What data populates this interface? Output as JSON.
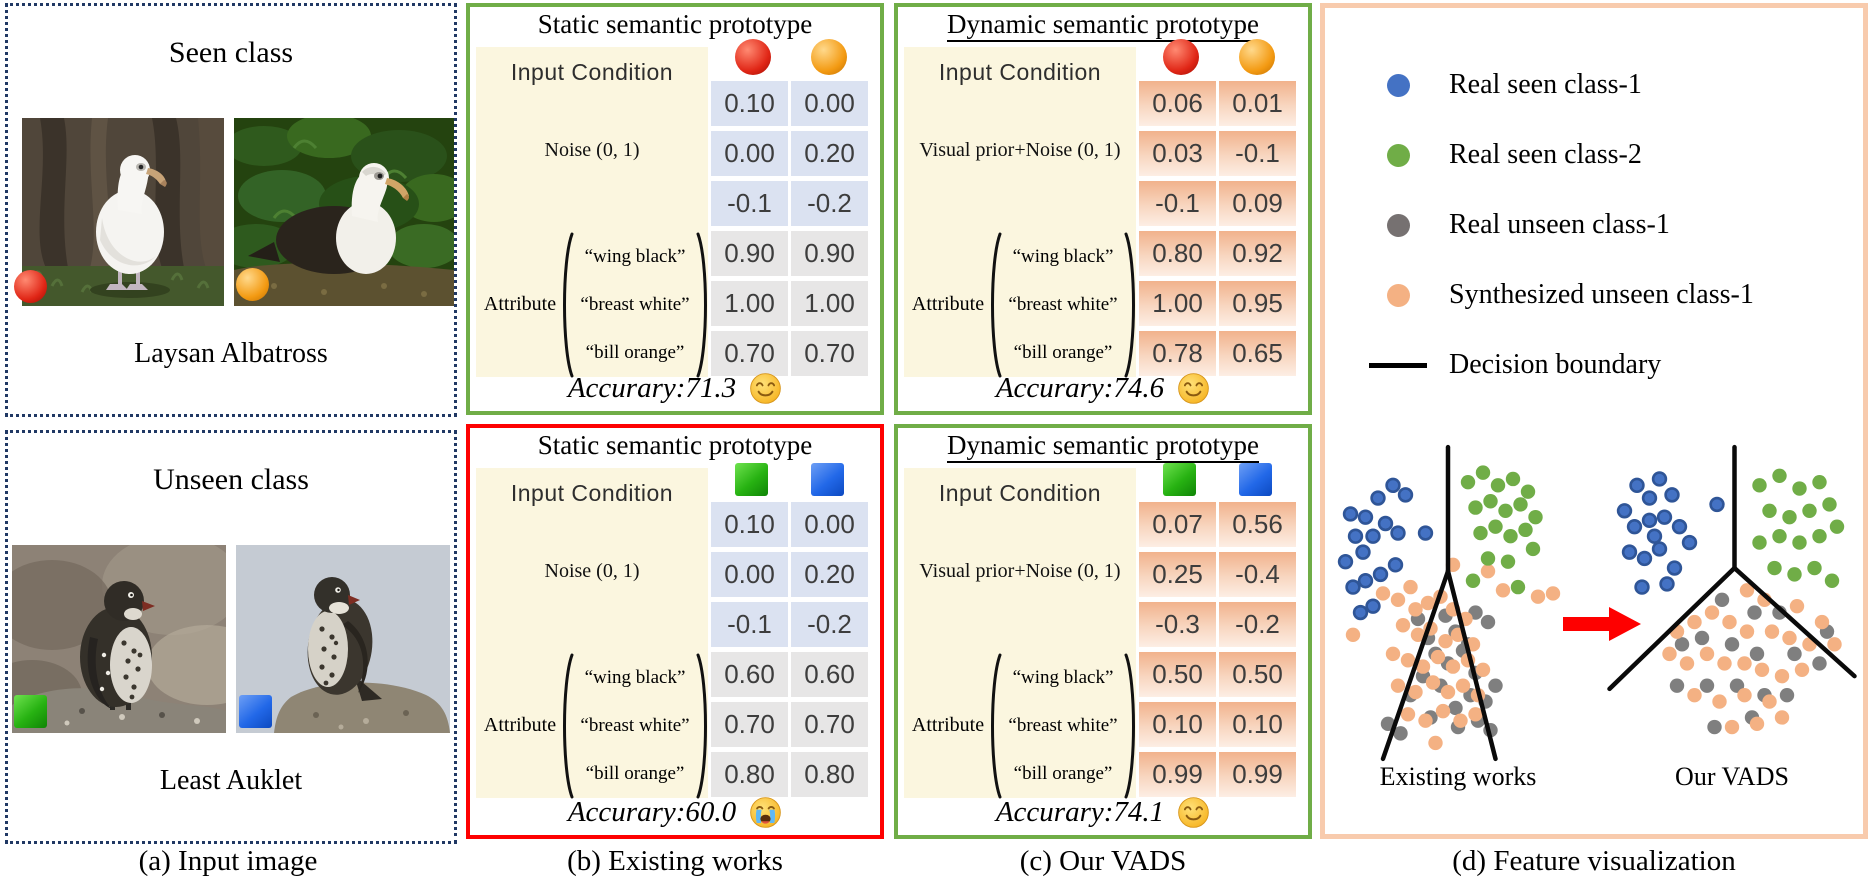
{
  "figure": {
    "captions": [
      "(a) Input image",
      "(b) Existing works",
      "(c) Our VADS",
      "(d) Feature visualization"
    ]
  },
  "panel_a": {
    "border_color": "#203864",
    "seen": {
      "title": "Seen class",
      "label": "Laysan Albatross",
      "marker_left": "red-circle",
      "marker_right": "orange-circle"
    },
    "unseen": {
      "title": "Unseen class",
      "label": "Least Auklet",
      "marker_left": "green-square",
      "marker_right": "blue-square"
    }
  },
  "markers": {
    "red-circle": {
      "shape": "circle",
      "hi": "#ff8a72",
      "color": "#e02616",
      "lo": "#9c0b00"
    },
    "orange-circle": {
      "shape": "circle",
      "hi": "#ffd98c",
      "color": "#f39a12",
      "lo": "#c06e00"
    },
    "green-square": {
      "shape": "square",
      "hi": "#6fe24f",
      "color": "#27b212",
      "lo": "#0f8406"
    },
    "blue-square": {
      "shape": "square",
      "hi": "#6e9ff5",
      "color": "#2268e8",
      "lo": "#0c49c0"
    }
  },
  "tables": [
    {
      "title": "Static semantic prototype",
      "title_underline": false,
      "border_color": "#70ad47",
      "header": "Input Condition",
      "markers": [
        "red-circle",
        "orange-circle"
      ],
      "condition_label": "Noise (0, 1)",
      "attribute_label": "Attribute",
      "attribute_items": [
        "“wing black”",
        "“breast white”",
        "“bill orange”"
      ],
      "rows": [
        [
          "0.10",
          "0.00"
        ],
        [
          "0.00",
          "0.20"
        ],
        [
          "-0.1",
          "-0.2"
        ],
        [
          "0.90",
          "0.90"
        ],
        [
          "1.00",
          "1.00"
        ],
        [
          "0.70",
          "0.70"
        ]
      ],
      "cell_style": "noise-gray",
      "accuracy": "Accurary:71.3",
      "emoji": "smile"
    },
    {
      "title": "Static semantic prototype",
      "title_underline": false,
      "border_color": "#fe0101",
      "header": "Input Condition",
      "markers": [
        "green-square",
        "blue-square"
      ],
      "condition_label": "Noise (0, 1)",
      "attribute_label": "Attribute",
      "attribute_items": [
        "“wing black”",
        "“breast white”",
        "“bill orange”"
      ],
      "rows": [
        [
          "0.10",
          "0.00"
        ],
        [
          "0.00",
          "0.20"
        ],
        [
          "-0.1",
          "-0.2"
        ],
        [
          "0.60",
          "0.60"
        ],
        [
          "0.70",
          "0.70"
        ],
        [
          "0.80",
          "0.80"
        ]
      ],
      "cell_style": "noise-gray",
      "accuracy": "Accurary:60.0",
      "emoji": "cry"
    },
    {
      "title": "Dynamic semantic prototype",
      "title_underline": true,
      "border_color": "#70ad47",
      "header": "Input Condition",
      "markers": [
        "red-circle",
        "orange-circle"
      ],
      "condition_label": "Visual prior+Noise (0, 1)",
      "attribute_label": "Attribute",
      "attribute_items": [
        "“wing black”",
        "“breast white”",
        "“bill orange”"
      ],
      "rows": [
        [
          "0.06",
          "0.01"
        ],
        [
          "0.03",
          "-0.1"
        ],
        [
          "-0.1",
          "0.09"
        ],
        [
          "0.80",
          "0.92"
        ],
        [
          "1.00",
          "0.95"
        ],
        [
          "0.78",
          "0.65"
        ]
      ],
      "cell_style": "peach",
      "accuracy": "Accurary:74.6",
      "emoji": "smile"
    },
    {
      "title": "Dynamic semantic prototype",
      "title_underline": true,
      "border_color": "#70ad47",
      "header": "Input Condition",
      "markers": [
        "green-square",
        "blue-square"
      ],
      "condition_label": "Visual prior+Noise (0, 1)",
      "attribute_label": "Attribute",
      "attribute_items": [
        "“wing black”",
        "“breast white”",
        "“bill orange”"
      ],
      "rows": [
        [
          "0.07",
          "0.56"
        ],
        [
          "0.25",
          "-0.4"
        ],
        [
          "-0.3",
          "-0.2"
        ],
        [
          "0.50",
          "0.50"
        ],
        [
          "0.10",
          "0.10"
        ],
        [
          "0.99",
          "0.99"
        ]
      ],
      "cell_style": "peach",
      "accuracy": "Accurary:74.1",
      "emoji": "smile"
    }
  ],
  "panel_d": {
    "border_color": "#f8cbad",
    "arrow_color": "#fe0000",
    "legend": [
      {
        "label": "Real seen class-1",
        "color": "#4472c4",
        "type": "dot"
      },
      {
        "label": "Real seen class-2",
        "color": "#70ad47",
        "type": "dot"
      },
      {
        "label": "Real unseen class-1",
        "color": "#767171",
        "type": "dot"
      },
      {
        "label": "Synthesized unseen class-1",
        "color": "#f4b183",
        "type": "dot"
      },
      {
        "label": "Decision boundary",
        "color": "#000000",
        "type": "line"
      }
    ],
    "point_colors": {
      "blue": "#4472c4",
      "blue_stroke": "#2f5597",
      "green": "#70ad47",
      "gray": "#7f7f7f",
      "peach": "#f4b183"
    },
    "plots": [
      {
        "label": "Existing works",
        "boundaries": [
          [
            46,
            1,
            46,
            40
          ],
          [
            46,
            40,
            20,
            99
          ],
          [
            46,
            40,
            65,
            99
          ]
        ],
        "points": {
          "blue": [
            [
              5,
              37
            ],
            [
              9,
              29
            ],
            [
              13,
              23
            ],
            [
              18,
              17
            ],
            [
              24,
              13
            ],
            [
              29,
              16
            ],
            [
              12,
              34
            ],
            [
              16,
              29
            ],
            [
              21,
              25
            ],
            [
              26,
              28
            ],
            [
              8,
              45
            ],
            [
              13,
              43
            ],
            [
              19,
              41
            ],
            [
              25,
              38
            ],
            [
              11,
              53
            ],
            [
              16,
              51
            ],
            [
              37,
              28
            ],
            [
              7,
              22
            ]
          ],
          "green": [
            [
              54,
              12
            ],
            [
              60,
              9
            ],
            [
              66,
              13
            ],
            [
              72,
              11
            ],
            [
              78,
              15
            ],
            [
              57,
              20
            ],
            [
              63,
              18
            ],
            [
              69,
              21
            ],
            [
              75,
              19
            ],
            [
              81,
              23
            ],
            [
              59,
              28
            ],
            [
              65,
              26
            ],
            [
              71,
              29
            ],
            [
              77,
              27
            ],
            [
              62,
              36
            ],
            [
              70,
              37
            ],
            [
              80,
              33
            ],
            [
              56,
              43
            ],
            [
              74,
              45
            ]
          ],
          "peach": [
            [
              20,
              47
            ],
            [
              26,
              49
            ],
            [
              31,
              45
            ],
            [
              48,
              38
            ],
            [
              62,
              40
            ],
            [
              68,
              46
            ],
            [
              82,
              48
            ],
            [
              88,
              47
            ],
            [
              33,
              52
            ],
            [
              38,
              50
            ],
            [
              43,
              48
            ],
            [
              48,
              52
            ],
            [
              53,
              55
            ],
            [
              28,
              57
            ],
            [
              34,
              60
            ],
            [
              39,
              58
            ],
            [
              45,
              62
            ],
            [
              50,
              60
            ],
            [
              56,
              63
            ],
            [
              24,
              66
            ],
            [
              30,
              68
            ],
            [
              36,
              70
            ],
            [
              42,
              67
            ],
            [
              48,
              70
            ],
            [
              54,
              68
            ],
            [
              60,
              71
            ],
            [
              26,
              76
            ],
            [
              33,
              78
            ],
            [
              40,
              75
            ],
            [
              46,
              78
            ],
            [
              52,
              76
            ],
            [
              58,
              79
            ],
            [
              30,
              85
            ],
            [
              37,
              87
            ],
            [
              44,
              84
            ],
            [
              51,
              87
            ],
            [
              57,
              85
            ],
            [
              8,
              60
            ],
            [
              41,
              94
            ]
          ],
          "gray": [
            [
              34,
              55
            ],
            [
              45,
              54
            ],
            [
              57,
              53
            ],
            [
              62,
              56
            ],
            [
              38,
              61
            ],
            [
              49,
              59
            ],
            [
              54,
              63
            ],
            [
              41,
              66
            ],
            [
              46,
              69
            ],
            [
              52,
              65
            ],
            [
              57,
              72
            ],
            [
              36,
              73
            ],
            [
              31,
              79
            ],
            [
              43,
              76
            ],
            [
              49,
              83
            ],
            [
              55,
              79
            ],
            [
              61,
              81
            ],
            [
              65,
              76
            ],
            [
              39,
              86
            ],
            [
              50,
              89
            ],
            [
              58,
              87
            ],
            [
              63,
              90
            ],
            [
              22,
              88
            ],
            [
              27,
              91
            ]
          ]
        }
      },
      {
        "label": "Our VADS",
        "boundaries": [
          [
            51,
            1,
            51,
            39
          ],
          [
            51,
            39,
            1,
            77
          ],
          [
            51,
            39,
            99,
            73
          ]
        ],
        "points": {
          "blue": [
            [
              7,
              21
            ],
            [
              12,
              13
            ],
            [
              17,
              17
            ],
            [
              21,
              11
            ],
            [
              26,
              16
            ],
            [
              11,
              26
            ],
            [
              17,
              24
            ],
            [
              23,
              23
            ],
            [
              29,
              26
            ],
            [
              9,
              34
            ],
            [
              15,
              36
            ],
            [
              21,
              33
            ],
            [
              27,
              39
            ],
            [
              14,
              45
            ],
            [
              24,
              44
            ],
            [
              44,
              19
            ],
            [
              33,
              31
            ],
            [
              19,
              29
            ]
          ],
          "green": [
            [
              61,
              13
            ],
            [
              69,
              10
            ],
            [
              77,
              14
            ],
            [
              85,
              12
            ],
            [
              65,
              21
            ],
            [
              73,
              23
            ],
            [
              81,
              21
            ],
            [
              89,
              19
            ],
            [
              61,
              31
            ],
            [
              69,
              29
            ],
            [
              77,
              31
            ],
            [
              85,
              29
            ],
            [
              92,
              26
            ],
            [
              67,
              39
            ],
            [
              75,
              41
            ],
            [
              83,
              39
            ],
            [
              90,
              43
            ]
          ],
          "peach": [
            [
              56,
              46
            ],
            [
              63,
              49
            ],
            [
              76,
              51
            ],
            [
              86,
              56
            ],
            [
              28,
              59
            ],
            [
              35,
              56
            ],
            [
              42,
              53
            ],
            [
              49,
              56
            ],
            [
              56,
              59
            ],
            [
              66,
              59
            ],
            [
              73,
              61
            ],
            [
              81,
              63
            ],
            [
              91,
              63
            ],
            [
              25,
              66
            ],
            [
              32,
              69
            ],
            [
              40,
              66
            ],
            [
              47,
              69
            ],
            [
              55,
              69
            ],
            [
              62,
              71
            ],
            [
              70,
              73
            ],
            [
              78,
              71
            ],
            [
              35,
              79
            ],
            [
              45,
              81
            ],
            [
              55,
              79
            ],
            [
              65,
              81
            ],
            [
              50,
              89
            ],
            [
              60,
              88
            ],
            [
              70,
              86
            ]
          ],
          "gray": [
            [
              46,
              49
            ],
            [
              59,
              53
            ],
            [
              69,
              53
            ],
            [
              88,
              59
            ],
            [
              30,
              63
            ],
            [
              38,
              61
            ],
            [
              50,
              63
            ],
            [
              60,
              66
            ],
            [
              75,
              66
            ],
            [
              85,
              69
            ],
            [
              28,
              76
            ],
            [
              40,
              76
            ],
            [
              52,
              76
            ],
            [
              63,
              79
            ],
            [
              72,
              79
            ],
            [
              43,
              89
            ],
            [
              58,
              86
            ]
          ]
        }
      }
    ]
  }
}
